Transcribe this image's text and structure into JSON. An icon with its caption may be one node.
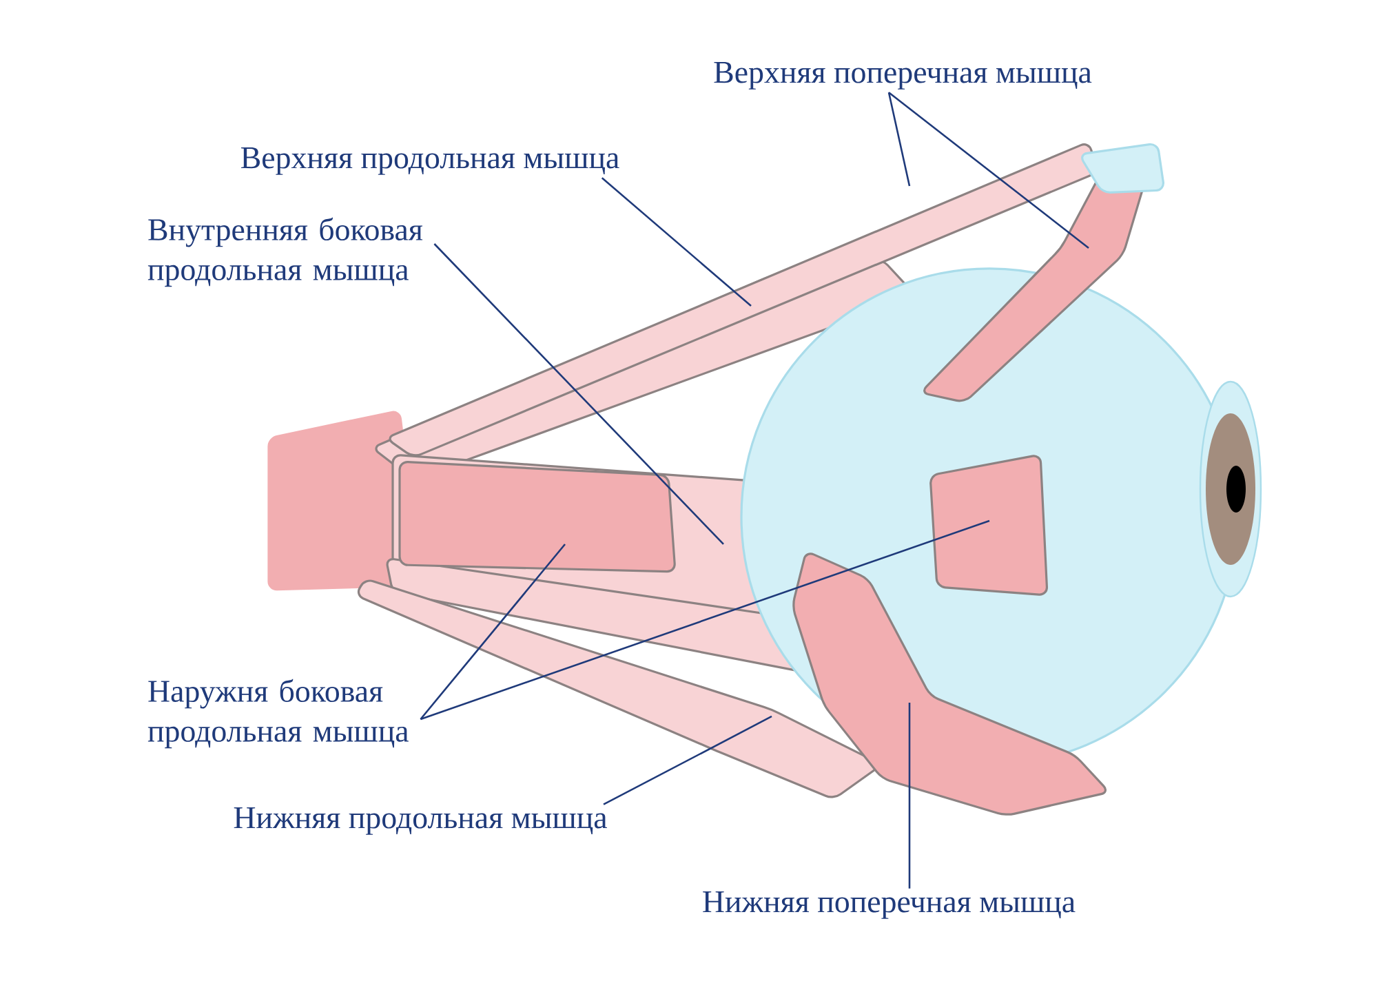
{
  "diagram": {
    "nodes": [
      {
        "text": [
          "Верхняя поперечная мышца"
        ]
      },
      {
        "text": [
          "Верхняя продольная мышца"
        ]
      },
      {
        "text": [
          "Внутренняя боковая продольная мышца"
        ]
      },
      {
        "text": [
          "Наружня боковая продольная мышца"
        ]
      },
      {
        "text": [
          "Нижняя продольная мышца"
        ]
      },
      {
        "text": [
          "Нижняя поперечная мышца"
        ]
      }
    ],
    "edges": [
      {
        "from": 0,
        "to": null,
        "arrow": "none"
      },
      {
        "from": 0,
        "to": null,
        "arrow": "none"
      },
      {
        "from": 1,
        "to": null,
        "arrow": "none"
      },
      {
        "from": 2,
        "to": null,
        "arrow": "none"
      },
      {
        "from": 3,
        "to": null,
        "arrow": "none"
      },
      {
        "from": 3,
        "to": null,
        "arrow": "none"
      },
      {
        "from": 4,
        "to": null,
        "arrow": "none"
      },
      {
        "from": 5,
        "to": null,
        "arrow": "none"
      }
    ]
  }
}
